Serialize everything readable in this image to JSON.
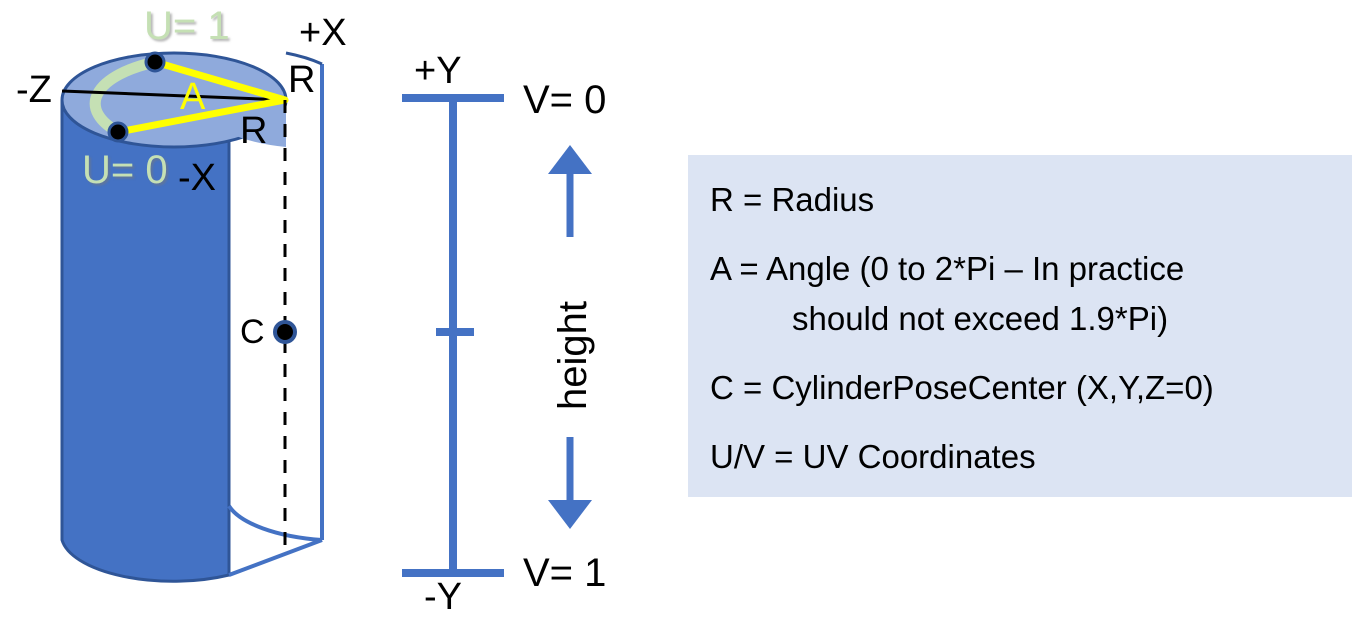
{
  "diagram": {
    "title": "Cylinder UV coordinate reference diagram",
    "colors": {
      "cylinder_body": "#4472C4",
      "cylinder_top": "#8FAADC",
      "cylinder_outline": "#2F5597",
      "arc_highlight": "#C5E0B4",
      "angle_line": "#FFFF00",
      "axis_blue": "#4472C4",
      "legend_bg": "#DCE4F3",
      "text_black": "#000000"
    },
    "cylinder": {
      "labels": {
        "u_one": "U= 1",
        "u_zero": "U= 0",
        "plus_x": "+X",
        "minus_x": "-X",
        "minus_z": "-Z",
        "radius_top": "R",
        "radius_lower": "R",
        "angle": "A",
        "center": "C"
      }
    },
    "height_axis": {
      "top_axis_label": "+Y",
      "bottom_axis_label": "-Y",
      "top_v_label": "V= 0",
      "bottom_v_label": "V= 1",
      "height_label": "height"
    },
    "legend": {
      "lines": [
        "R = Radius",
        "A = Angle (0 to 2*Pi – In practice",
        "should not exceed 1.9*Pi)",
        "C = CylinderPoseCenter (X,Y,Z=0)",
        "U/V = UV Coordinates"
      ]
    }
  }
}
